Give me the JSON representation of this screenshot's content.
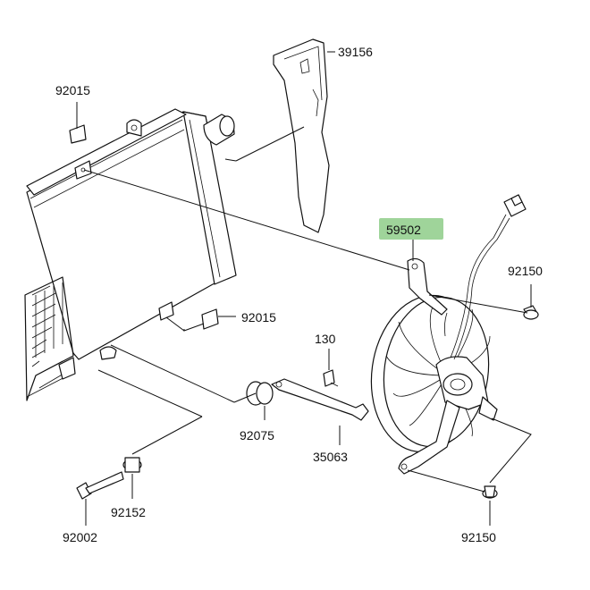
{
  "parts": [
    {
      "id": "39156",
      "label": "39156",
      "highlighted": false
    },
    {
      "id": "92015-top",
      "label": "92015",
      "highlighted": false
    },
    {
      "id": "59502",
      "label": "59502",
      "highlighted": true
    },
    {
      "id": "92150-top",
      "label": "92150",
      "highlighted": false
    },
    {
      "id": "92015-mid",
      "label": "92015",
      "highlighted": false
    },
    {
      "id": "130",
      "label": "130",
      "highlighted": false
    },
    {
      "id": "92075",
      "label": "92075",
      "highlighted": false
    },
    {
      "id": "35063",
      "label": "35063",
      "highlighted": false
    },
    {
      "id": "92152",
      "label": "92152",
      "highlighted": false
    },
    {
      "id": "92002",
      "label": "92002",
      "highlighted": false
    },
    {
      "id": "92150-bottom",
      "label": "92150",
      "highlighted": false
    }
  ],
  "colors": {
    "highlight": "#9fd49a",
    "line": "#111111",
    "background": "#ffffff"
  }
}
